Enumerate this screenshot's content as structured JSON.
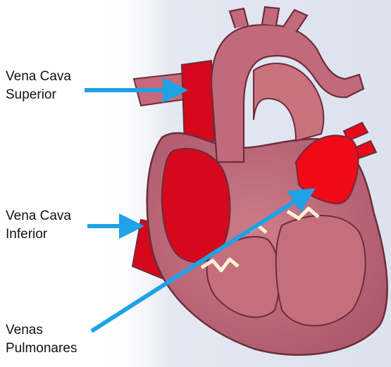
{
  "labels": {
    "superior": {
      "line1": "Vena Cava",
      "line2": "Superior"
    },
    "inferior": {
      "line1": "Vena Cava",
      "line2": "Inferior"
    },
    "pulmonary": {
      "line1": "Venas",
      "line2": "Pulmonares"
    }
  },
  "colors": {
    "arrow": "#1FA2E6",
    "background_panel": "#E3E8F1",
    "heart_wall": "#B76372",
    "heart_chamber": "#C9737F",
    "heart_outline": "#6E2C3C",
    "vena_cava": "#D5081C",
    "pulmonary_veins": "#F00A17",
    "valves": "#F7F3D9"
  }
}
